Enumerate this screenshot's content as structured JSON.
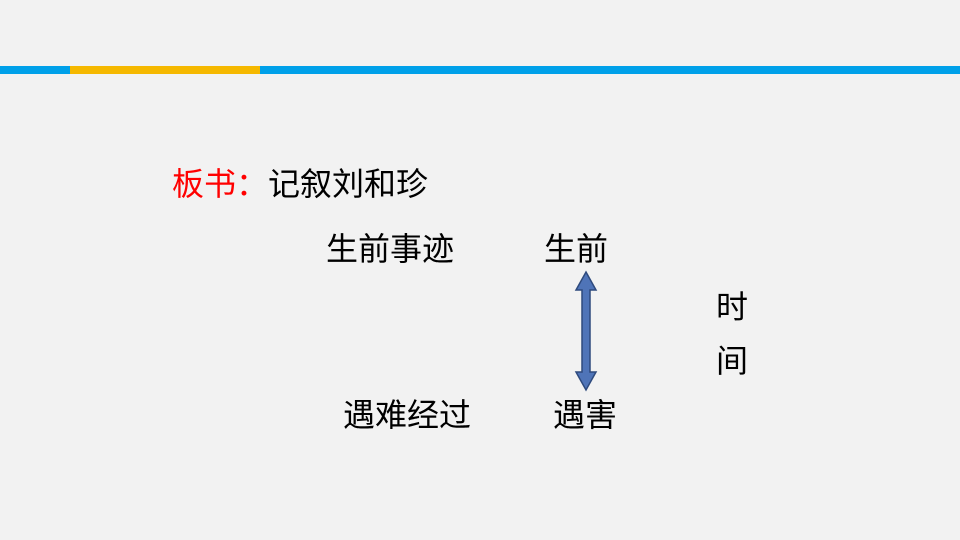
{
  "colors": {
    "background": "#f2f2f2",
    "bar_primary": "#00a0e9",
    "bar_accent": "#f5b800",
    "label_red": "#ff0000",
    "arrow_fill": "#4f74b8",
    "arrow_stroke": "#2e4a7d"
  },
  "heading": {
    "label": "板书：",
    "topic": "记叙刘和珍"
  },
  "diagram": {
    "top_left": "生前事迹",
    "top_right": "生前",
    "bottom_left": "遇难经过",
    "bottom_right": "遇害",
    "side_char_1": "时",
    "side_char_2": "间"
  },
  "icons": {
    "arrow": "double-arrow-vertical-icon"
  }
}
